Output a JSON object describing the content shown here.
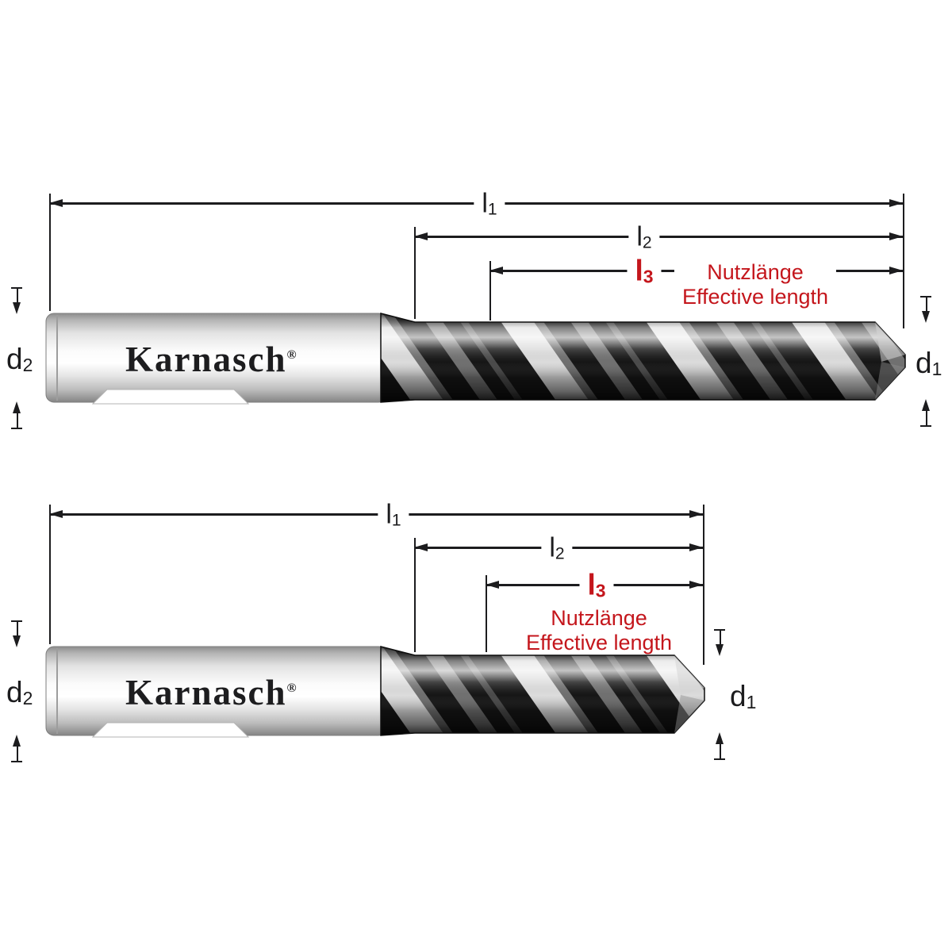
{
  "brand": {
    "name": "Karnasch",
    "registered_mark": "®"
  },
  "colors": {
    "accent_red": "#c4161c",
    "ink": "#1c1c1e"
  },
  "views": [
    {
      "id": "long-version",
      "dims": {
        "l1": {
          "sym": "l",
          "sub": "1"
        },
        "l2": {
          "sym": "l",
          "sub": "2"
        },
        "l3": {
          "sym": "l",
          "sub": "3"
        },
        "d1": {
          "sym": "d",
          "sub": "1"
        },
        "d2": {
          "sym": "d",
          "sub": "2"
        }
      },
      "note": {
        "line1": "Nutzlänge",
        "line2": "Effective length"
      }
    },
    {
      "id": "short-version",
      "dims": {
        "l1": {
          "sym": "l",
          "sub": "1"
        },
        "l2": {
          "sym": "l",
          "sub": "2"
        },
        "l3": {
          "sym": "l",
          "sub": "3"
        },
        "d1": {
          "sym": "d",
          "sub": "1"
        },
        "d2": {
          "sym": "d",
          "sub": "2"
        }
      },
      "note": {
        "line1": "Nutzlänge",
        "line2": "Effective length"
      }
    }
  ]
}
